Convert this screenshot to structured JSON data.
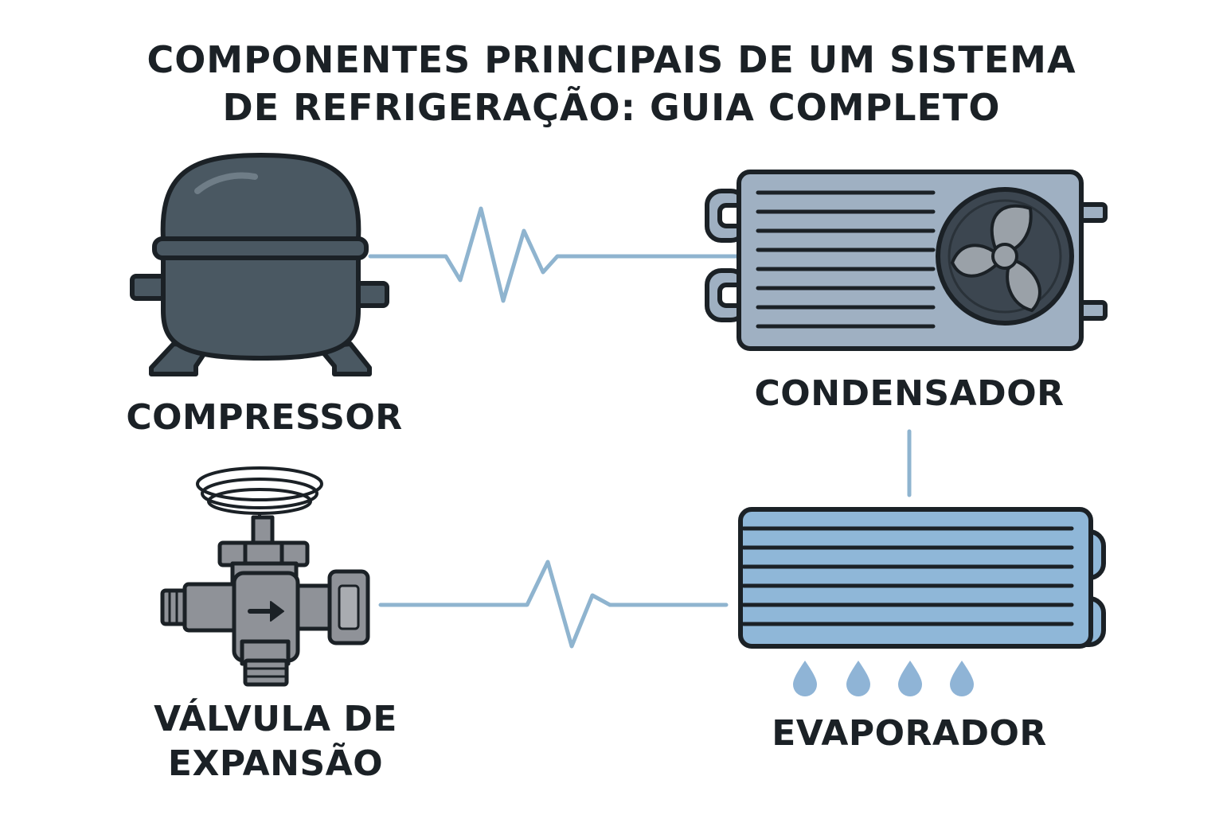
{
  "title": {
    "line1": "COMPONENTES PRINCIPAIS DE UM SISTEMA",
    "line2": "DE REFRIGERAÇÃO: GUIA COMPLETO"
  },
  "components": {
    "compressor": "COMPRESSOR",
    "condenser": "CONDENSADOR",
    "expansion_valve_line1": "VÁLVULA DE",
    "expansion_valve_line2": "EXPANSÃO",
    "evaporator": "EVAPORADOR"
  },
  "icons": {
    "compressor": "compressor-icon",
    "condenser": "condenser-unit-icon",
    "fan": "fan-icon",
    "expansion_valve": "expansion-valve-icon",
    "evaporator": "evaporator-coil-icon",
    "droplets": "water-droplet-icon"
  },
  "colors": {
    "outline": "#1b2126",
    "compressor_body": "#4a5862",
    "condenser_body": "#9fb0c2",
    "evaporator_body": "#8fb7d8",
    "valve_body": "#8f9298",
    "pipe": "#8fb4cf",
    "droplet": "#8fb4d6",
    "text": "#1b2126"
  }
}
